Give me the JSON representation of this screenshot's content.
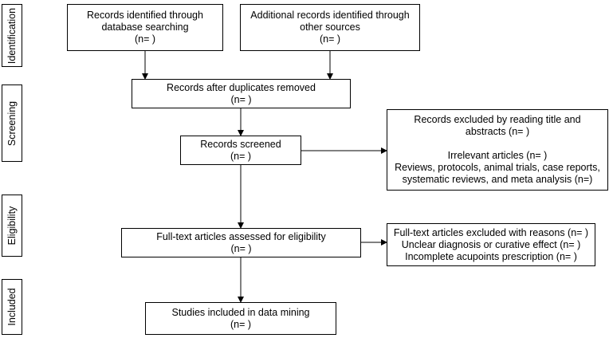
{
  "phases": {
    "identification": "Identification",
    "screening": "Screening",
    "eligibility": "Eligibility",
    "included": "Included"
  },
  "boxes": {
    "database": [
      "Records identified through",
      "database searching",
      "(n= )"
    ],
    "other_sources": [
      "Additional records identified through",
      "other sources",
      "(n= )"
    ],
    "duplicates": [
      "Records after duplicates removed",
      "(n= )"
    ],
    "screened": [
      "Records screened",
      "(n= )"
    ],
    "excluded_screening": {
      "lines_top": [
        "Records excluded by reading title and",
        "abstracts (n= )"
      ],
      "lines_bottom": [
        "Irrelevant articles (n= )",
        "Reviews, protocols, animal trials, case reports,",
        "systematic reviews, and meta analysis (n=)"
      ]
    },
    "fulltext": [
      "Full-text articles assessed for eligibility",
      "(n= )"
    ],
    "excluded_fulltext": [
      "Full-text articles excluded with reasons (n= )",
      "Unclear diagnosis or curative effect (n= )",
      "Incomplete acupoints prescription (n= )"
    ],
    "included": [
      "Studies included in data mining",
      "(n= )"
    ]
  }
}
